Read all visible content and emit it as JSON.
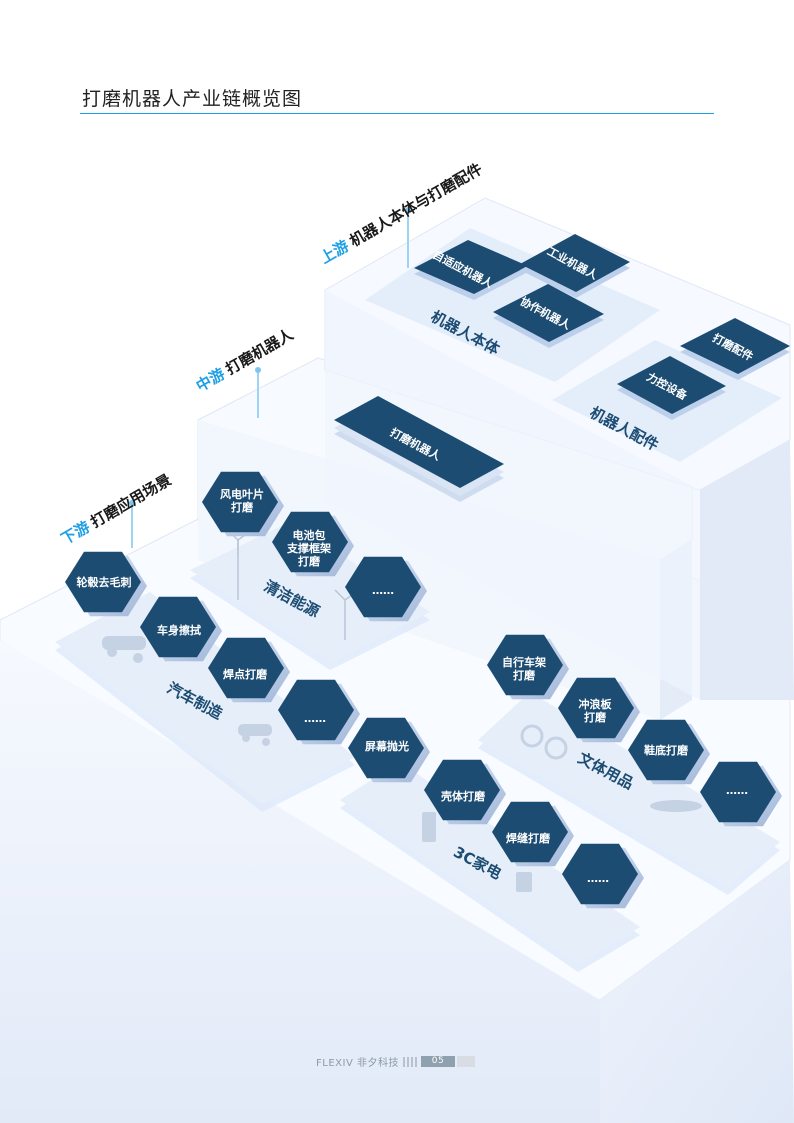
{
  "page": {
    "title": "打磨机器人产业链概览图"
  },
  "tiers": {
    "upstream": {
      "tag": "上游",
      "label": "机器人本体与打磨配件"
    },
    "midstream": {
      "tag": "中游",
      "label": "打磨机器人"
    },
    "downstream": {
      "tag": "下游",
      "label": "打磨应用场景"
    }
  },
  "upstream_groups": {
    "body": {
      "label": "机器人本体",
      "cards": [
        "自适应机器人",
        "工业机器人",
        "协作机器人"
      ]
    },
    "parts": {
      "label": "机器人配件",
      "cards": [
        "打磨配件",
        "力控设备"
      ]
    }
  },
  "midstream_card": "打磨机器人",
  "downstream_groups": {
    "clean": {
      "label": "清洁能源",
      "items": [
        "风电叶片\n打磨",
        "电池包\n支撑框架\n打磨",
        "……"
      ]
    },
    "auto": {
      "label": "汽车制造",
      "items": [
        "轮毂去毛刺",
        "车身擦拭",
        "焊点打磨",
        "……"
      ]
    },
    "c3": {
      "label": "3C家电",
      "items": [
        "屏幕抛光",
        "壳体打磨",
        "焊缝打磨",
        "……"
      ]
    },
    "sports": {
      "label": "文体用品",
      "items": [
        "自行车架\n打磨",
        "冲浪板\n打磨",
        "鞋底打磨",
        "……"
      ]
    }
  },
  "footer": {
    "brand": "FLEXIV 非夕科技",
    "page_no": "05"
  },
  "colors": {
    "accent": "#1fa0e6",
    "navy": "#1d4c73",
    "step": "#e9f0fb"
  }
}
